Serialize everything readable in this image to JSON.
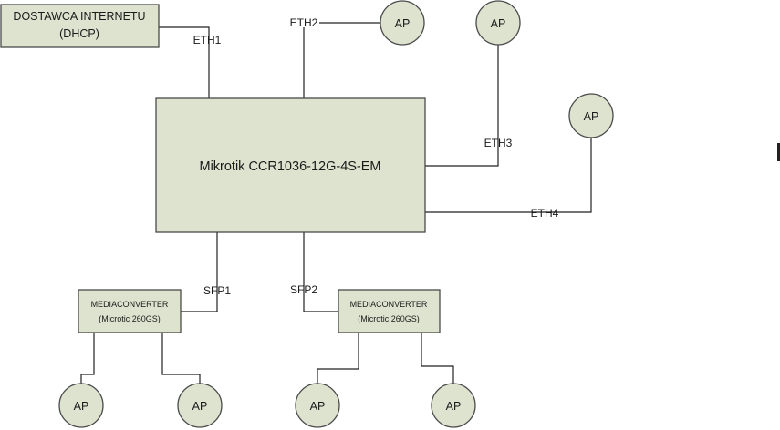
{
  "isp": {
    "line1": "DOSTAWCA INTERNETU",
    "line2": "(DHCP)"
  },
  "router": {
    "label": "Mikrotik CCR1036-12G-4S-EM"
  },
  "ports": {
    "eth1": "ETH1",
    "eth2": "ETH2",
    "eth3": "ETH3",
    "eth4": "ETH4",
    "sfp1": "SFP1",
    "sfp2": "SFP2"
  },
  "mediaconverters": [
    {
      "line1": "MEDIACONVERTER",
      "line2": "(Microtic 260GS)"
    },
    {
      "line1": "MEDIACONVERTER",
      "line2": "(Microtic 260GS)"
    }
  ],
  "access_points": [
    "AP",
    "AP",
    "AP",
    "AP",
    "AP",
    "AP",
    "AP"
  ],
  "colors": {
    "node_fill": "#dde3cf",
    "node_stroke": "#4a4a4a",
    "line": "#222222"
  }
}
